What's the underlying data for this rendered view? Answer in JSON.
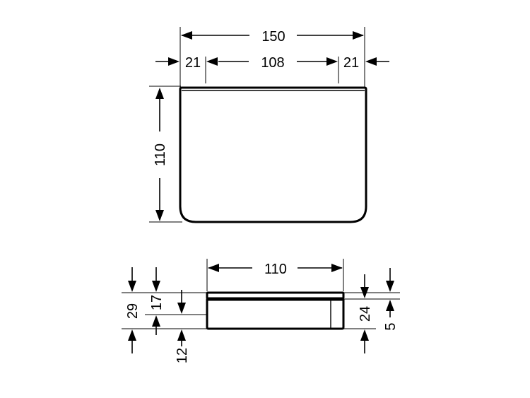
{
  "top_view": {
    "overall_width": "150",
    "left_margin": "21",
    "inner_width": "108",
    "right_margin": "21",
    "depth": "110"
  },
  "side_view": {
    "width": "110",
    "total_height": "29",
    "upper_height": "17",
    "lower_height": "12",
    "tray_height": "24",
    "lip_height": "5"
  }
}
